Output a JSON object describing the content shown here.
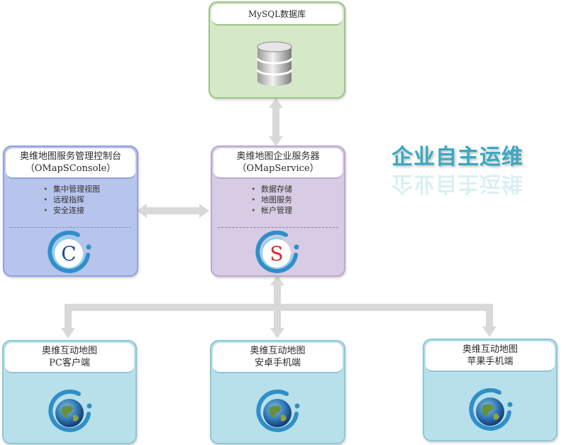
{
  "database": {
    "title": "MySQL数据库"
  },
  "console": {
    "title": "奥维地图服务管理控制台",
    "subtitle": "（OMapSConsole）",
    "features": [
      "集中管理视图",
      "远程指挥",
      "安全连接"
    ],
    "logo_letter": "C"
  },
  "service": {
    "title": "奥维地图企业服务器",
    "subtitle": "（OMapService）",
    "features": [
      "数据存储",
      "地图服务",
      "帐户管理"
    ],
    "logo_letter": "S"
  },
  "clients": [
    {
      "title": "奥维互动地图",
      "subtitle": "PC客户端"
    },
    {
      "title": "奥维互动地图",
      "subtitle": "安卓手机端"
    },
    {
      "title": "奥维互动地图",
      "subtitle": "苹果手机端"
    }
  ],
  "headline": "企业自主运维",
  "colors": {
    "database_bg": "#d5e8c8",
    "console_bg": "#b7c4ec",
    "service_bg": "#d7cce3",
    "client_bg": "#b8e0ea",
    "headline": "#3aa8c1",
    "arrow": "#d9d9d9"
  },
  "icons": {
    "database": "database-cylinder-icon",
    "console": "console-logo-icon",
    "service": "service-logo-icon",
    "client": "globe-logo-icon"
  }
}
